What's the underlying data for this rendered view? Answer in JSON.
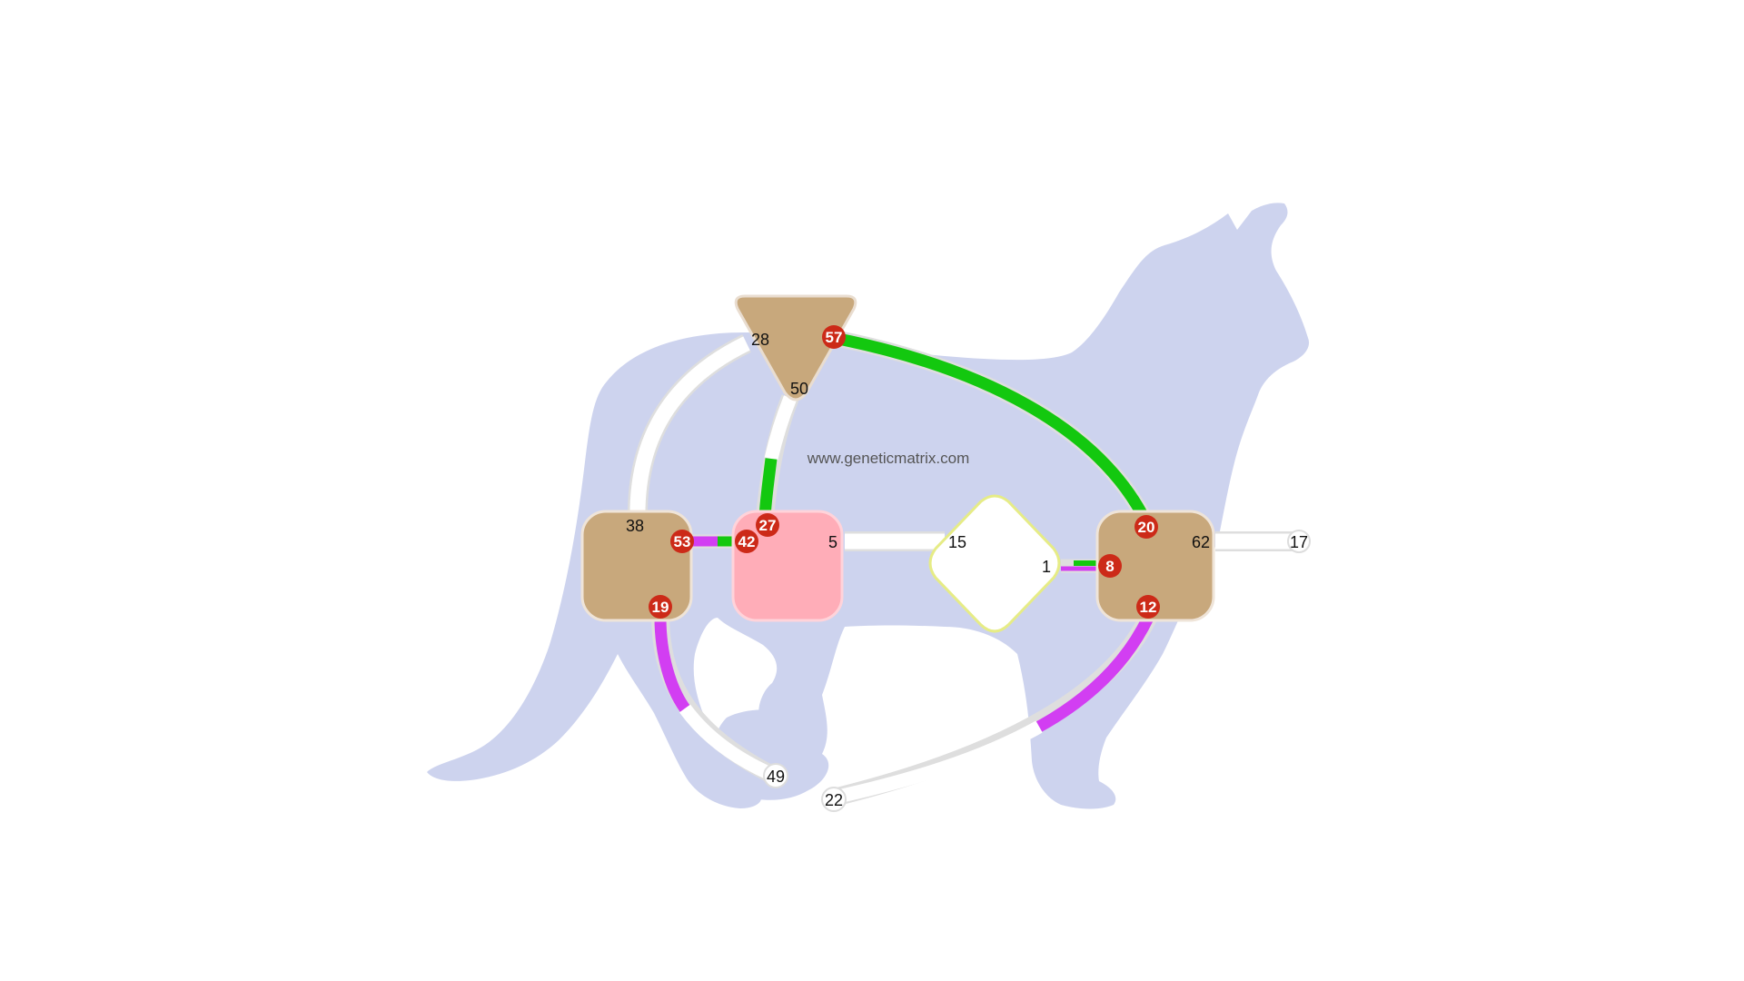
{
  "watermark": "www.geneticmatrix.com",
  "colors": {
    "silhouette": "#cdd3ee",
    "center_tan": "#c8a87c",
    "center_pink": "#ffadb8",
    "center_white": "#ffffff",
    "diamond_border": "#e6ec86",
    "gate_red": "#cc2a18",
    "channel_white": "#ffffff",
    "channel_green": "#13c80f",
    "channel_magenta": "#d23ef2"
  },
  "centers": [
    {
      "name": "triangle-center",
      "shape": "triangle",
      "fill": "tan"
    },
    {
      "name": "left-square-center",
      "shape": "square",
      "fill": "tan"
    },
    {
      "name": "pink-square-center",
      "shape": "square",
      "fill": "pink"
    },
    {
      "name": "white-diamond-center",
      "shape": "diamond",
      "fill": "white"
    },
    {
      "name": "right-square-center",
      "shape": "square",
      "fill": "tan"
    }
  ],
  "gates": [
    {
      "number": "28",
      "active": false
    },
    {
      "number": "57",
      "active": true
    },
    {
      "number": "50",
      "active": false
    },
    {
      "number": "38",
      "active": false
    },
    {
      "number": "53",
      "active": true
    },
    {
      "number": "19",
      "active": true
    },
    {
      "number": "27",
      "active": true
    },
    {
      "number": "42",
      "active": true
    },
    {
      "number": "5",
      "active": false
    },
    {
      "number": "15",
      "active": false
    },
    {
      "number": "1",
      "active": false
    },
    {
      "number": "20",
      "active": true
    },
    {
      "number": "8",
      "active": true
    },
    {
      "number": "62",
      "active": false
    },
    {
      "number": "12",
      "active": true
    },
    {
      "number": "17",
      "active": false
    },
    {
      "number": "49",
      "active": false
    },
    {
      "number": "22",
      "active": false
    }
  ],
  "channels": [
    {
      "between": [
        "28",
        "38"
      ],
      "color": "white"
    },
    {
      "between": [
        "57",
        "20"
      ],
      "color": "green"
    },
    {
      "between": [
        "50",
        "27"
      ],
      "color": "white+green"
    },
    {
      "between": [
        "53",
        "42"
      ],
      "color": "magenta+green"
    },
    {
      "between": [
        "5",
        "15"
      ],
      "color": "white"
    },
    {
      "between": [
        "1",
        "8"
      ],
      "color": "magenta+green"
    },
    {
      "between": [
        "62",
        "17"
      ],
      "color": "white"
    },
    {
      "between": [
        "19",
        "49"
      ],
      "color": "magenta+white"
    },
    {
      "between": [
        "12",
        "22"
      ],
      "color": "magenta+white"
    }
  ]
}
